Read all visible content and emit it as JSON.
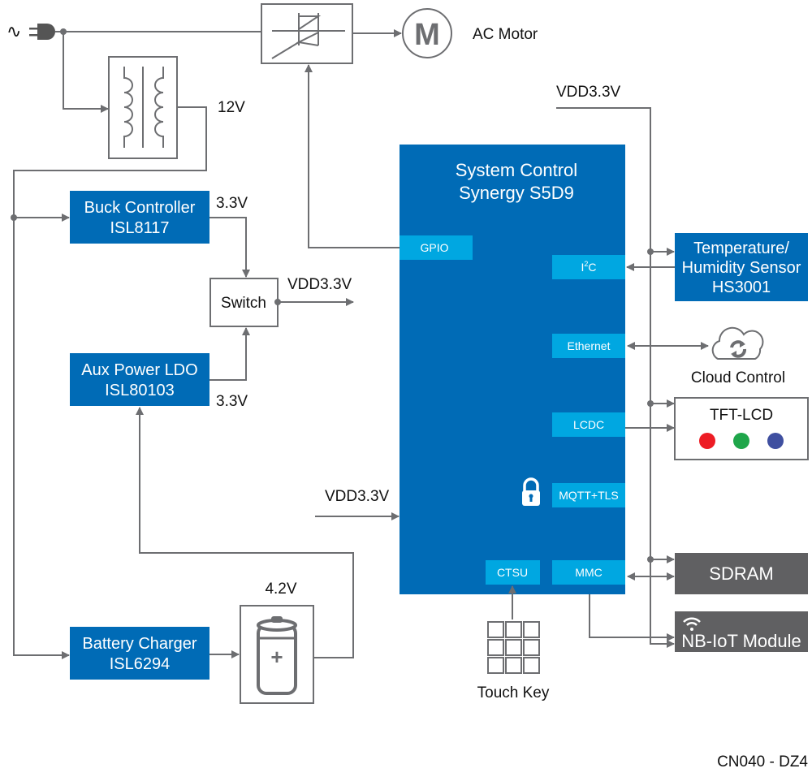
{
  "ac_source": {
    "symbol": "∿"
  },
  "ac_motor": {
    "label": "AC Motor",
    "symbol": "M"
  },
  "transformer": {
    "output_label": "12V"
  },
  "buck_controller": {
    "line1": "Buck Controller",
    "line2": "ISL8117",
    "output_label": "3.3V"
  },
  "switch": {
    "label": "Switch",
    "output_label": "VDD3.3V"
  },
  "aux_ldo": {
    "line1": "Aux Power LDO",
    "line2": "ISL80103",
    "output_label": "3.3V"
  },
  "battery_charger": {
    "line1": "Battery Charger",
    "line2": "ISL6294"
  },
  "battery": {
    "label": "4.2V",
    "symbol": "+"
  },
  "mcu": {
    "line1": "System Control",
    "line2": "Synergy S5D9",
    "supply_label": "VDD3.3V",
    "ports": {
      "gpio": "GPIO",
      "i2c_base": "I",
      "i2c_sup": "2",
      "i2c_tail": "C",
      "ethernet": "Ethernet",
      "lcdc": "LCDC",
      "mqtt": "MQTT+TLS",
      "ctsu": "CTSU",
      "mmc": "MMC"
    }
  },
  "top_rail": {
    "label": "VDD3.3V"
  },
  "sensor": {
    "line1": "Temperature/",
    "line2": "Humidity Sensor",
    "line3": "HS3001"
  },
  "cloud": {
    "label": "Cloud Control"
  },
  "tft": {
    "label": "TFT-LCD",
    "colors": [
      "#ed1c24",
      "#1fa64a",
      "#3f4fa0"
    ]
  },
  "sdram": {
    "label": "SDRAM"
  },
  "nbiot": {
    "label": "NB-IoT Module"
  },
  "touch_key": {
    "label": "Touch Key"
  },
  "doc_code": "CN040 - DZ4",
  "colors": {
    "mcu_blue": "#006bb6",
    "port_blue": "#00a7e1",
    "module_gray": "#606062",
    "wire": "#6d6e71"
  }
}
